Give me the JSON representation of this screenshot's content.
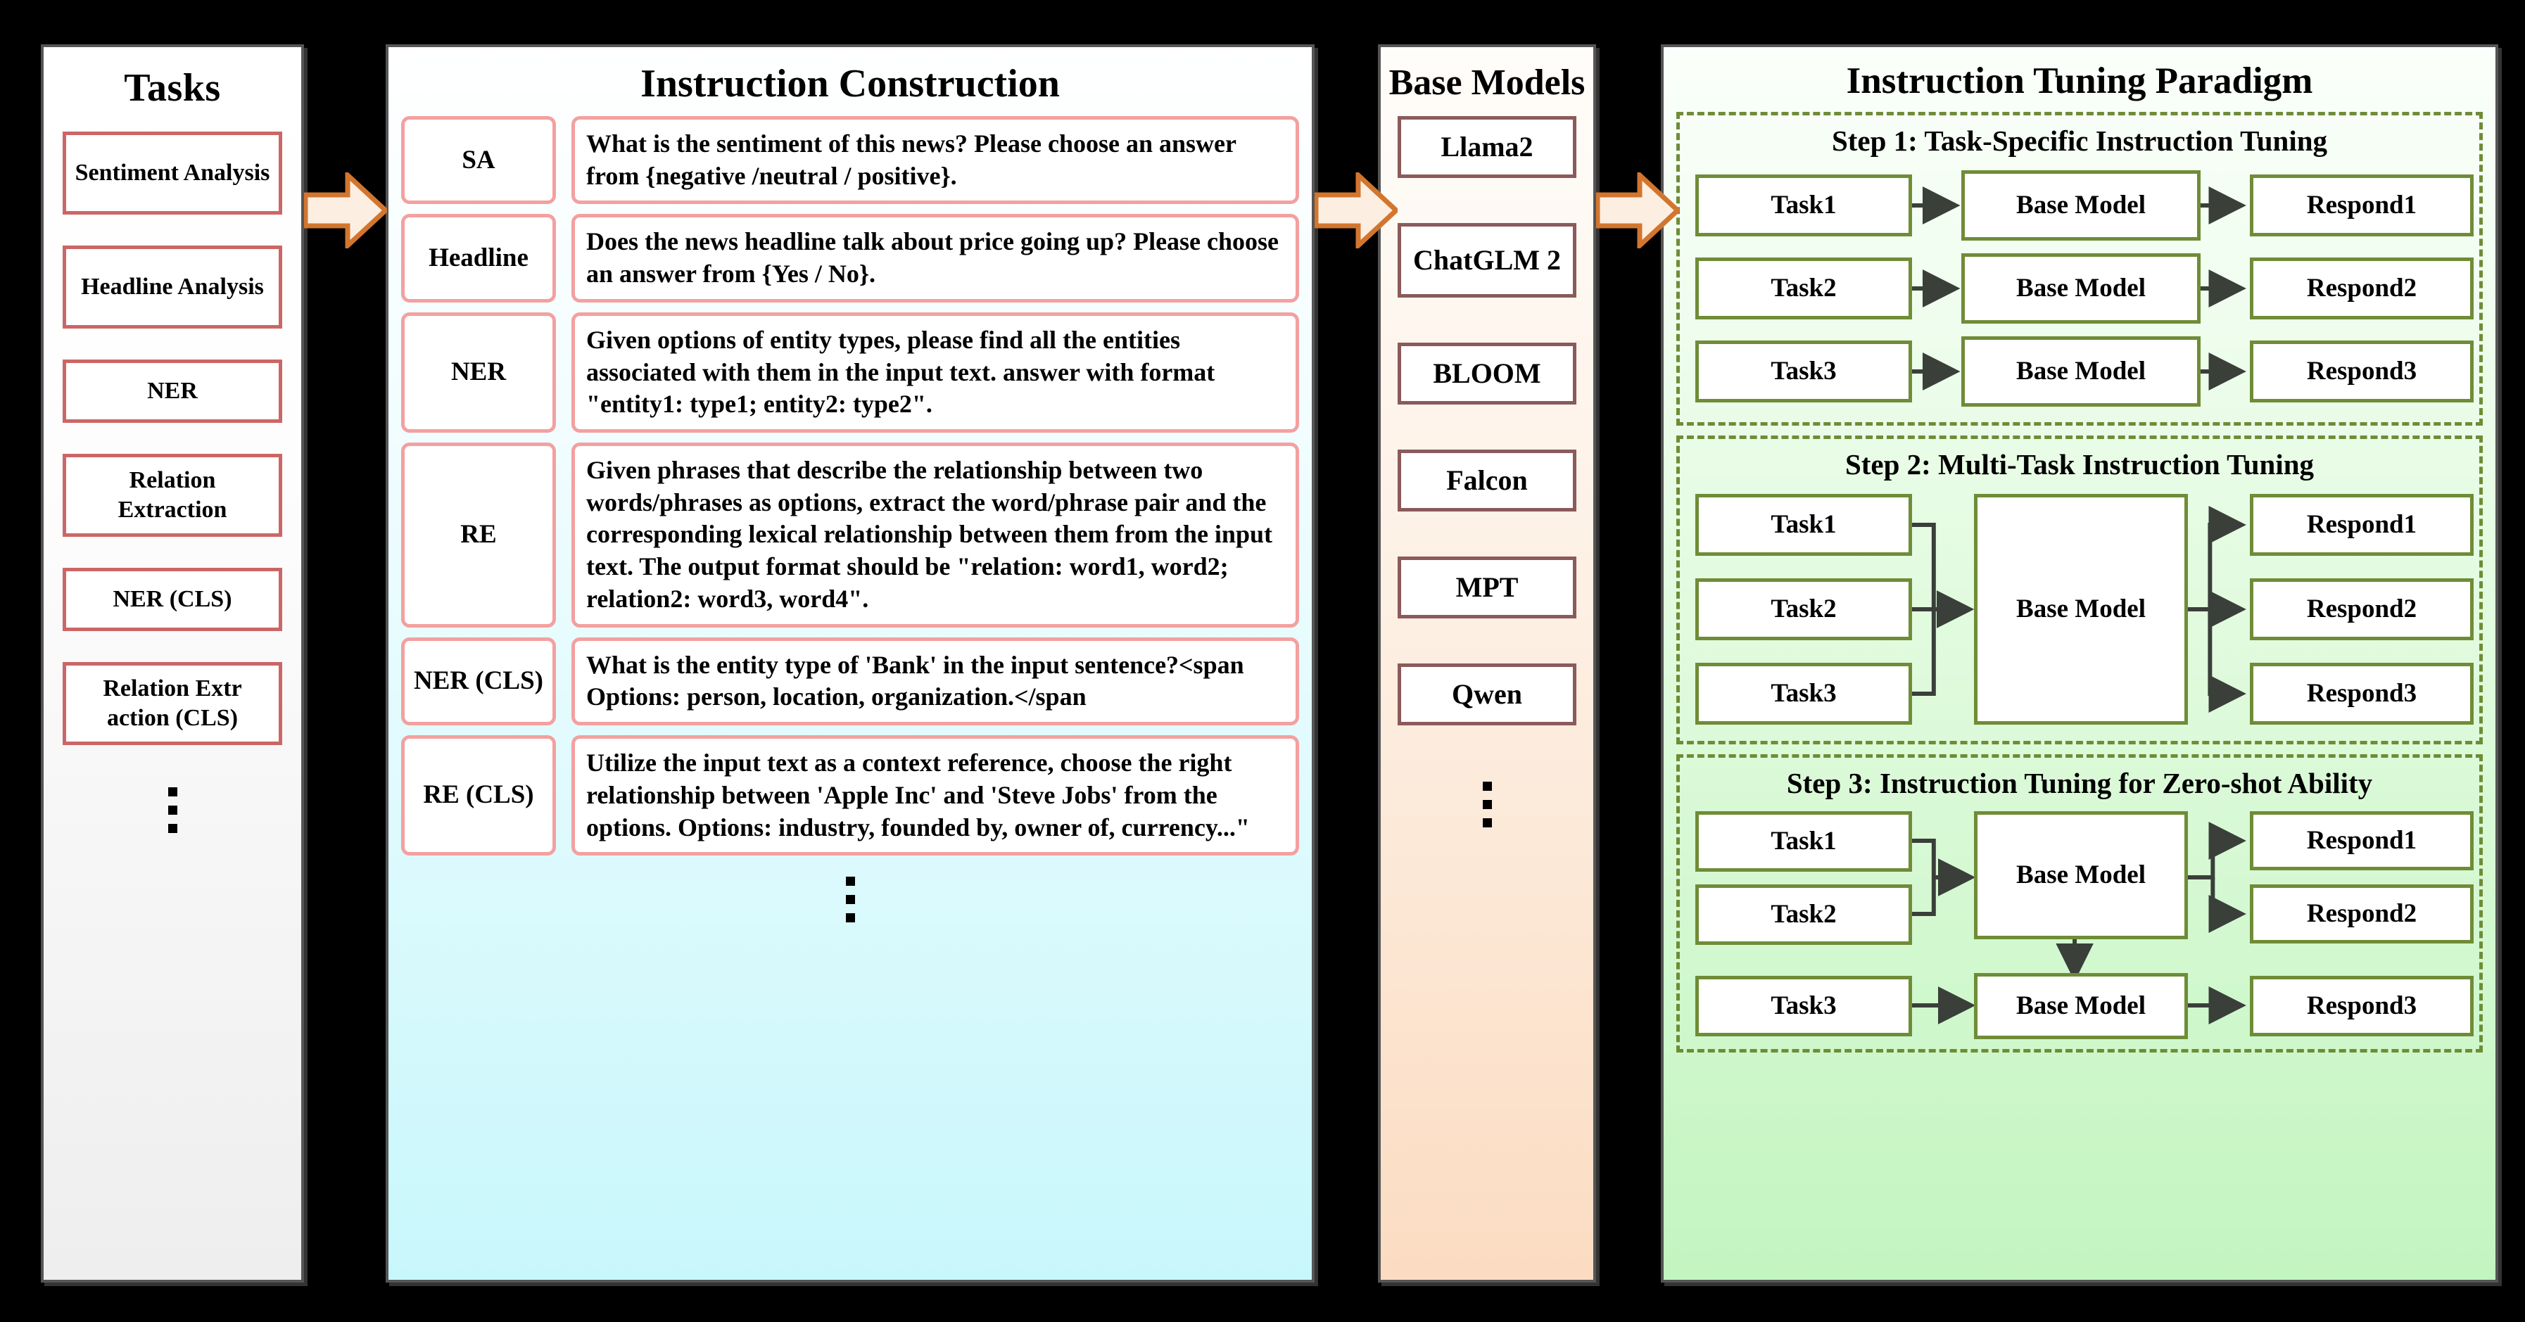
{
  "colors": {
    "task_border": "#cc6666",
    "instruction_border": "#f4a0a0",
    "base_border": "#8b5a5a",
    "paradigm_border": "#6f8c37",
    "arrow_fill": "#fdeee2",
    "arrow_stroke": "#d2762f",
    "panel_border": "#555555"
  },
  "tasks_panel": {
    "title": "Tasks",
    "items": [
      "Sentiment Analysis",
      "Headline Analysis",
      "NER",
      "Relation Extraction",
      "NER (CLS)",
      "Relation Extr action (CLS)"
    ],
    "ellipsis": "vertical-dots"
  },
  "instruction_panel": {
    "title": "Instruction Construction",
    "rows": [
      {
        "tag": "SA",
        "text": "What is the sentiment of this news? Please choose an answer from {negative /neutral / positive}."
      },
      {
        "tag": "Headline",
        "text": "Does the news headline talk about price going up? Please choose an answer from {Yes / No}."
      },
      {
        "tag": "NER",
        "text": "Given options of entity types, please find all the entities associated with them in the input text. answer with format \"entity1: type1; entity2: type2\"."
      },
      {
        "tag": "RE",
        "text": "Given phrases that describe the relationship between two words/phrases as options, extract the word/phrase pair and the corresponding lexical relationship between them from the input text. The output format should be \"relation: word1, word2; relation2: word3, word4\"."
      },
      {
        "tag": "NER (CLS)",
        "text": "What is the entity type of 'Bank' in the input sentence?<span Options: person, location, organization.</span"
      },
      {
        "tag": "RE (CLS)",
        "text": "Utilize the input text as a context reference, choose the right relationship between 'Apple Inc' and 'Steve Jobs' from the options. Options: industry, founded by, owner of, currency...\""
      }
    ],
    "ellipsis": "vertical-dots"
  },
  "base_models_panel": {
    "title": "Base Models",
    "items": [
      "Llama2",
      "ChatGLM 2",
      "BLOOM",
      "Falcon",
      "MPT",
      "Qwen"
    ],
    "ellipsis": "vertical-dots"
  },
  "paradigm_panel": {
    "title": "Instruction Tuning Paradigm",
    "steps": [
      {
        "title": "Step 1: Task-Specific Instruction Tuning",
        "rows": [
          {
            "task": "Task1",
            "model": "Base Model",
            "respond": "Respond1"
          },
          {
            "task": "Task2",
            "model": "Base Model",
            "respond": "Respond2"
          },
          {
            "task": "Task3",
            "model": "Base Model",
            "respond": "Respond3"
          }
        ]
      },
      {
        "title": "Step 2: Multi-Task Instruction Tuning",
        "tasks": [
          "Task1",
          "Task2",
          "Task3"
        ],
        "model": "Base Model",
        "responds": [
          "Respond1",
          "Respond2",
          "Respond3"
        ]
      },
      {
        "title": "Step 3: Instruction Tuning for Zero-shot Ability",
        "tasks_top": [
          "Task1",
          "Task2"
        ],
        "model_top": "Base Model",
        "responds_top": [
          "Respond1",
          "Respond2"
        ],
        "task_bottom": "Task3",
        "model_bottom": "Base Model",
        "respond_bottom": "Respond3"
      }
    ]
  },
  "connector_arrows": [
    {
      "name": "tasks-to-instruction"
    },
    {
      "name": "instruction-to-base-models"
    },
    {
      "name": "base-models-to-paradigm"
    }
  ]
}
